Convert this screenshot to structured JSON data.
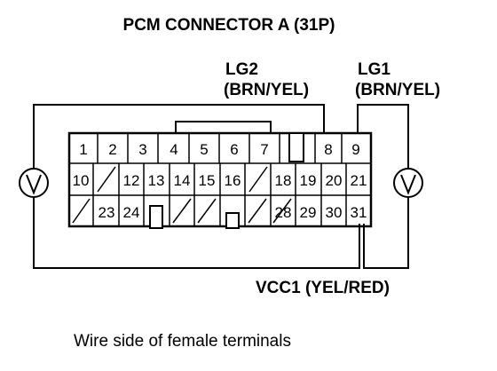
{
  "title": "PCM CONNECTOR A (31P)",
  "labels": {
    "lg2_name": "LG2",
    "lg2_color": "(BRN/YEL)",
    "lg1_name": "LG1",
    "lg1_color": "(BRN/YEL)",
    "vcc1": "VCC1 (YEL/RED)"
  },
  "caption": "Wire side of female terminals",
  "meters": [
    "voltmeter-left",
    "voltmeter-right"
  ],
  "connector": {
    "row1": [
      "1",
      "2",
      "3",
      "4",
      "5",
      "6",
      "7",
      "",
      "",
      "8",
      "9"
    ],
    "row2": [
      "10",
      "",
      "12",
      "13",
      "14",
      "15",
      "16",
      "",
      "18",
      "19",
      "20",
      "21"
    ],
    "row3": [
      "",
      "23",
      "24",
      "",
      "",
      "",
      "",
      "",
      "",
      "28",
      "29",
      "30",
      "31"
    ]
  }
}
